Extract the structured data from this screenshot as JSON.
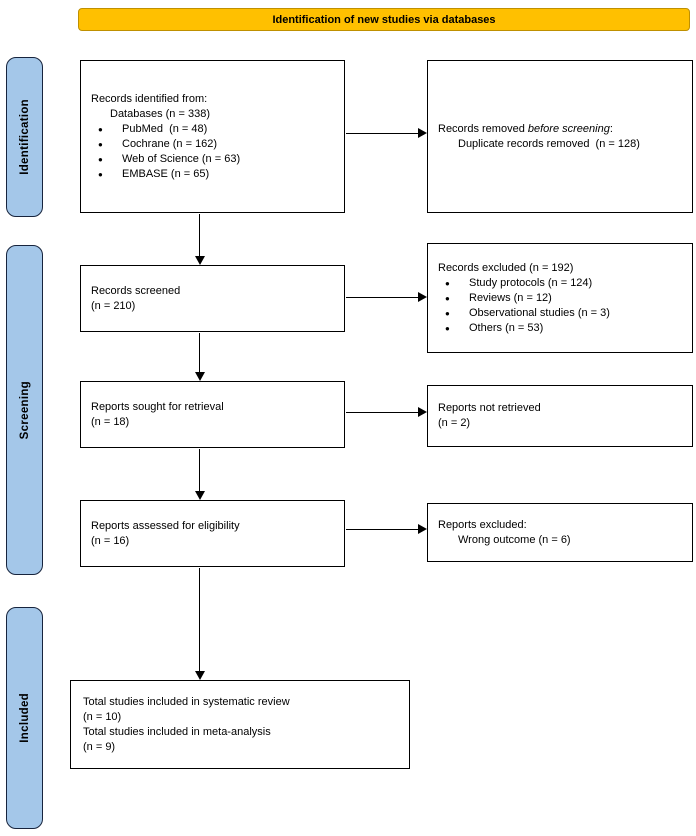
{
  "title": "PRISMA flow diagram",
  "colors": {
    "banner_bg": "#FFC000",
    "banner_border": "#BF9000",
    "stage_bg": "#A4C7E9",
    "stage_border": "#17243D",
    "box_border": "#000000",
    "arrow": "#000000",
    "text": "#000000",
    "background": "#FFFFFF"
  },
  "glyphs": {
    "bullet": "●"
  },
  "banner": {
    "label": "Identification of new studies via databases"
  },
  "stages": {
    "identification": {
      "label": "Identification"
    },
    "screening": {
      "label": "Screening"
    },
    "included": {
      "label": "Included"
    }
  },
  "boxes": {
    "records_identified": {
      "title": "Records identified from:",
      "subtitle": "Databases (n = 338)",
      "items": [
        "PubMed  (n = 48)",
        "Cochrane (n = 162)",
        "Web of Science (n = 63)",
        "EMBASE (n = 65)"
      ]
    },
    "records_removed": {
      "line1_prefix": "Records removed ",
      "line1_italic": "before screening",
      "line1_suffix": ":",
      "line2": "Duplicate records removed  (n = 128)"
    },
    "records_screened": {
      "line1": "Records screened",
      "line2": "(n = 210)"
    },
    "records_excluded": {
      "title": "Records excluded (n = 192)",
      "items": [
        "Study protocols (n = 124)",
        "Reviews (n = 12)",
        "Observational studies (n = 3)",
        "Others (n = 53)"
      ]
    },
    "reports_sought": {
      "line1": "Reports sought for retrieval",
      "line2": "(n = 18)"
    },
    "reports_not_retrieved": {
      "line1": "Reports not retrieved",
      "line2": "(n = 2)"
    },
    "reports_assessed": {
      "line1": "Reports assessed for eligibility",
      "line2": "(n = 16)"
    },
    "reports_excluded": {
      "line1": "Reports excluded:",
      "line2": "Wrong outcome (n = 6)"
    },
    "total_included": {
      "line1": "Total studies included in systematic review",
      "line2": "(n = 10)",
      "line3": "Total studies included in meta-analysis",
      "line4": "(n = 9)"
    }
  }
}
